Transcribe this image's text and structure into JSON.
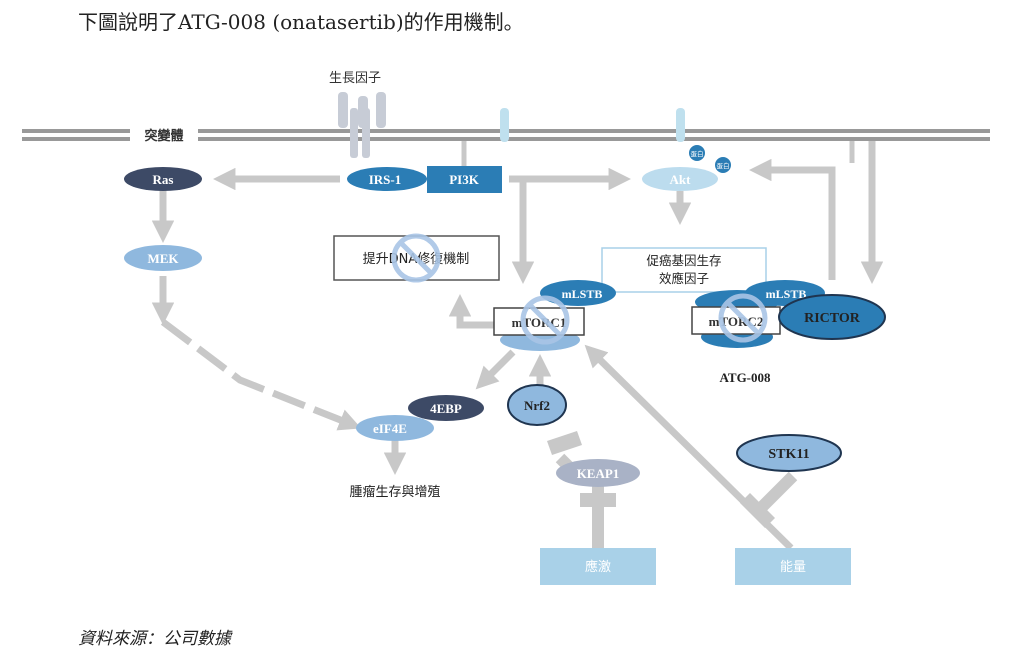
{
  "title": "下圖說明了ATG-008 (onatasertib)的作用機制。",
  "source": "資料來源：公司數據",
  "labels": {
    "growth_factor": "生長因子",
    "synapse": "突變體",
    "ras": "Ras",
    "irs1": "IRS-1",
    "pi3k": "PI3K",
    "akt": "Akt",
    "protein": "蛋白",
    "mek": "MEK",
    "dna_repair": "提升DNA修復機制",
    "oncogene": "促癌基因生存\n效應因子",
    "mlstb": "mLSTB",
    "mtorc1": "mTORC1",
    "mtorc2": "mTORC2",
    "rictor": "RICTOR",
    "atg008": "ATG-008",
    "ebp": "4EBP",
    "nrf2": "Nrf2",
    "eif4e": "eIF4E",
    "tumor": "腫瘤生存與增殖",
    "keap1": "KEAP1",
    "stk11": "STK11",
    "stress": "應激",
    "energy": "能量"
  },
  "colors": {
    "dark_navy": "#3d4a66",
    "medium_blue": "#2b7db5",
    "light_blue": "#8fb8de",
    "pale_blue": "#bcdcee",
    "arrow_grey": "#c8c8c8",
    "box_blue": "#a9d1e8"
  }
}
